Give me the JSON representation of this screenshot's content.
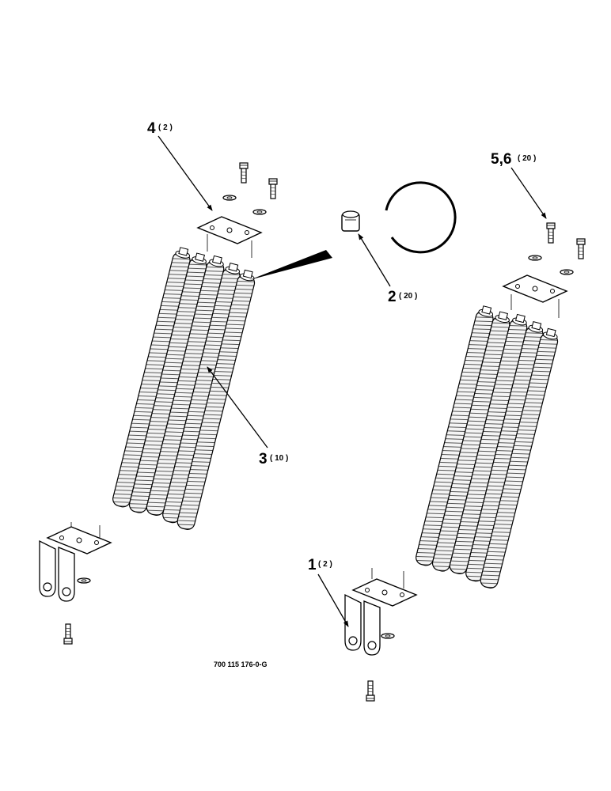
{
  "callouts": [
    {
      "id": "c4",
      "num": "4",
      "qty": "( 2 )"
    },
    {
      "id": "c2",
      "num": "2",
      "qty": "( 20 )"
    },
    {
      "id": "c3",
      "num": "3",
      "qty": "( 10 )"
    },
    {
      "id": "c56",
      "num": "5,6",
      "qty": "( 20 )"
    },
    {
      "id": "c1",
      "num": "1",
      "qty": "( 2 )"
    }
  ],
  "drawing_number": "700 115 176-0-G",
  "colors": {
    "line": "#000000",
    "background": "#ffffff",
    "coil_fill": "#f2f2f2"
  }
}
